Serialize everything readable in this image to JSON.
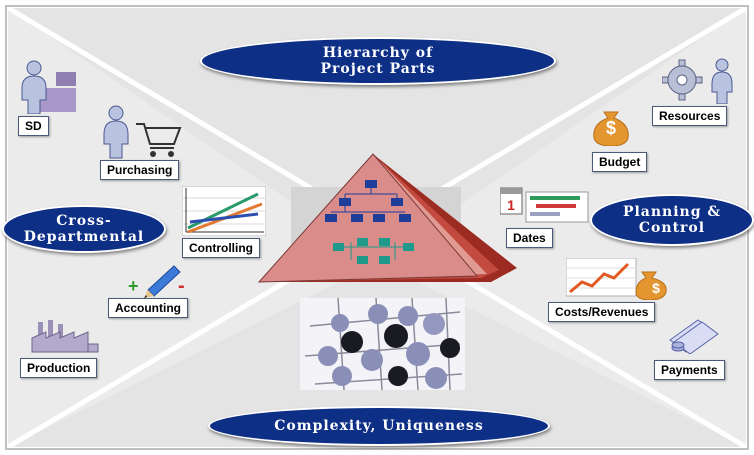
{
  "ovals": {
    "hierarchy": [
      "Hierarchy of",
      "Project Parts"
    ],
    "cross": [
      "Cross-",
      "Departmental"
    ],
    "planning": [
      "Planning &",
      "Control"
    ],
    "complexity": "Complexity, Uniqueness"
  },
  "labels": {
    "sd": "SD",
    "purchasing": "Purchasing",
    "controlling": "Controlling",
    "accounting": "Accounting",
    "production": "Production",
    "resources": "Resources",
    "budget": "Budget",
    "dates": "Dates",
    "costs_revenues": "Costs/Revenues",
    "payments": "Payments"
  },
  "icons": {
    "sd": "person-with-boxes-icon",
    "purchasing": "person-with-cart-icon",
    "controlling": "line-chart-icon",
    "accounting": "pencil-plus-minus-icon",
    "production": "factory-icon",
    "resources": "gear-and-person-icon",
    "budget": "money-bag-icon",
    "dates": "calendar-gantt-icon",
    "costs_revenues": "rising-chart-money-icon",
    "payments": "banknotes-icon",
    "center": "project-hierarchy-pyramid",
    "bottom": "molecule-network-image"
  },
  "colors": {
    "oval": "#0d2f86",
    "background": "#e4e4e4",
    "pyramid": "#d98c8a",
    "pyramid_shadow": "#9c2b22",
    "hierarchy_box": "#1f3e9a",
    "process_box": "#1f9a8a",
    "money_bag": "#e3962f"
  },
  "chart_marks": {
    "accounting_plus": "+",
    "accounting_minus": "-",
    "budget_symbol": "$",
    "calendar_day": "1",
    "costs_symbol": "$"
  }
}
